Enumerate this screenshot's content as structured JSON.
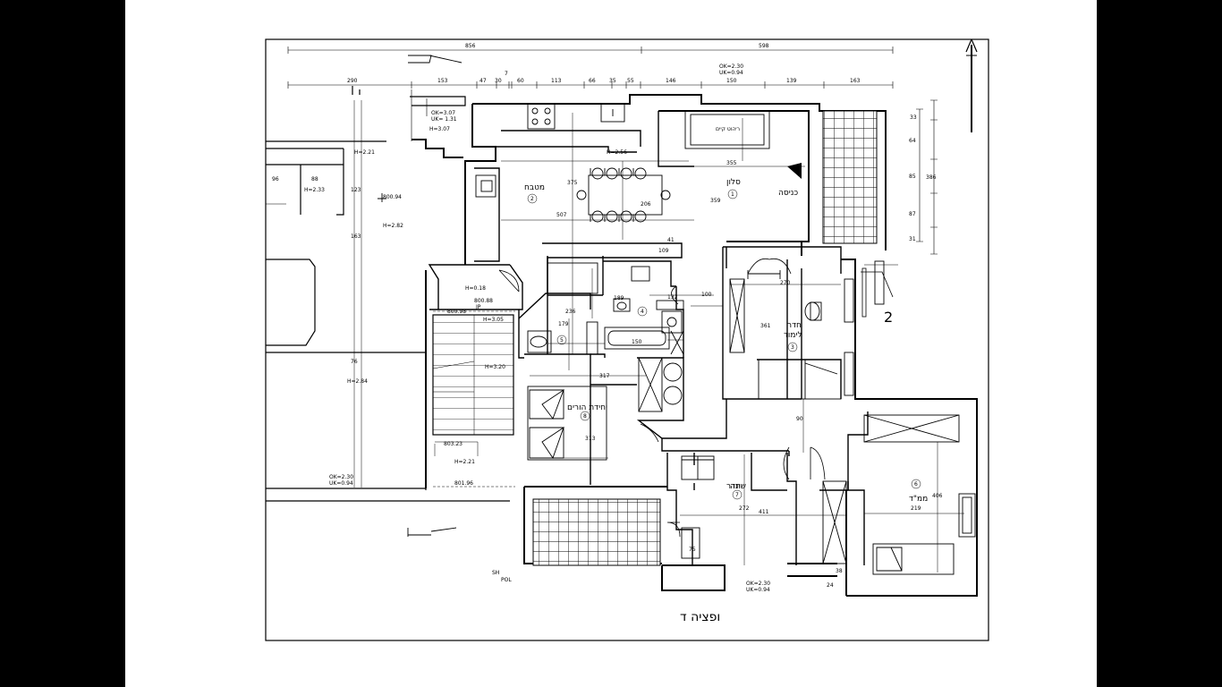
{
  "top_dims_overall": [
    "856",
    "598"
  ],
  "top_dims": [
    "290",
    "153",
    "47",
    "30",
    "7",
    "60",
    "113",
    "66",
    "35",
    "55",
    "146",
    "150",
    "139",
    "163"
  ],
  "right_dims": [
    "33",
    "64",
    "85",
    "87",
    "31",
    "386"
  ],
  "levels": {
    "ok_top_left": "OK=3.07",
    "uk_top_left": "UK= 1.31",
    "h_top_left": "H=3.07",
    "ok_top_right": "OK=2.30",
    "uk_top_right": "UK=0.94",
    "ok_bottom_left": "OK=2.30",
    "uk_bottom_left": "UK=0.94",
    "ok_bottom_right": "OK=2.30",
    "uk_bottom_right": "UK=0.94"
  },
  "heights": {
    "h221_top": "H=2.21",
    "h233": "H=2.33",
    "h282": "H=2.82",
    "h284": "H=2.84",
    "h256": "H=2.56",
    "h018": "H=0.18",
    "h305": "H=3.05",
    "h320": "H=3.20",
    "h221_bottom": "H=2.21"
  },
  "elevations": {
    "e80094": "800.94",
    "e80088": "800.88",
    "jp": "JP",
    "e80098": "800.98",
    "e80323": "803.23",
    "e80196": "801.96",
    "sh": "SH",
    "pol": "POL"
  },
  "inner_dims": {
    "d96": "96",
    "d88": "88",
    "d123": "123",
    "d163": "163",
    "d76": "76",
    "d375": "375",
    "d507": "507",
    "d206": "206",
    "d355": "355",
    "d359": "359",
    "d41": "41",
    "d109": "109",
    "d189": "189",
    "d132": "132",
    "d100": "100",
    "d270": "270",
    "d236": "236",
    "d179": "179",
    "d150": "150",
    "d361": "361",
    "d317": "317",
    "d313": "313",
    "d90": "90",
    "d272": "272",
    "d411": "411",
    "d219": "219",
    "d406": "406",
    "d75": "75",
    "d38": "38",
    "d24": "24"
  },
  "rooms": {
    "kitchen_name": "מטבח",
    "kitchen_no": "2",
    "living_name": "סלון",
    "living_no": "1",
    "entrance": "כניסה",
    "furniture": "ריהוט קיים",
    "study_name_1": "חדר",
    "study_name_2": "לימוד",
    "study_no": "3",
    "bath_no": "4",
    "wc_no": "5",
    "parents_name": "יחידת הורים",
    "parents_no": "8",
    "sleep_name_1": "חדר",
    "sleep_name_2": "שינה",
    "sleep_no": "7",
    "mamad_name": "ממ\"ד",
    "mamad_no": "6"
  },
  "section_mark": "2",
  "title": "ופציה ד",
  "colors": {
    "background": "#000000",
    "paper": "#ffffff",
    "ink": "#000000"
  }
}
